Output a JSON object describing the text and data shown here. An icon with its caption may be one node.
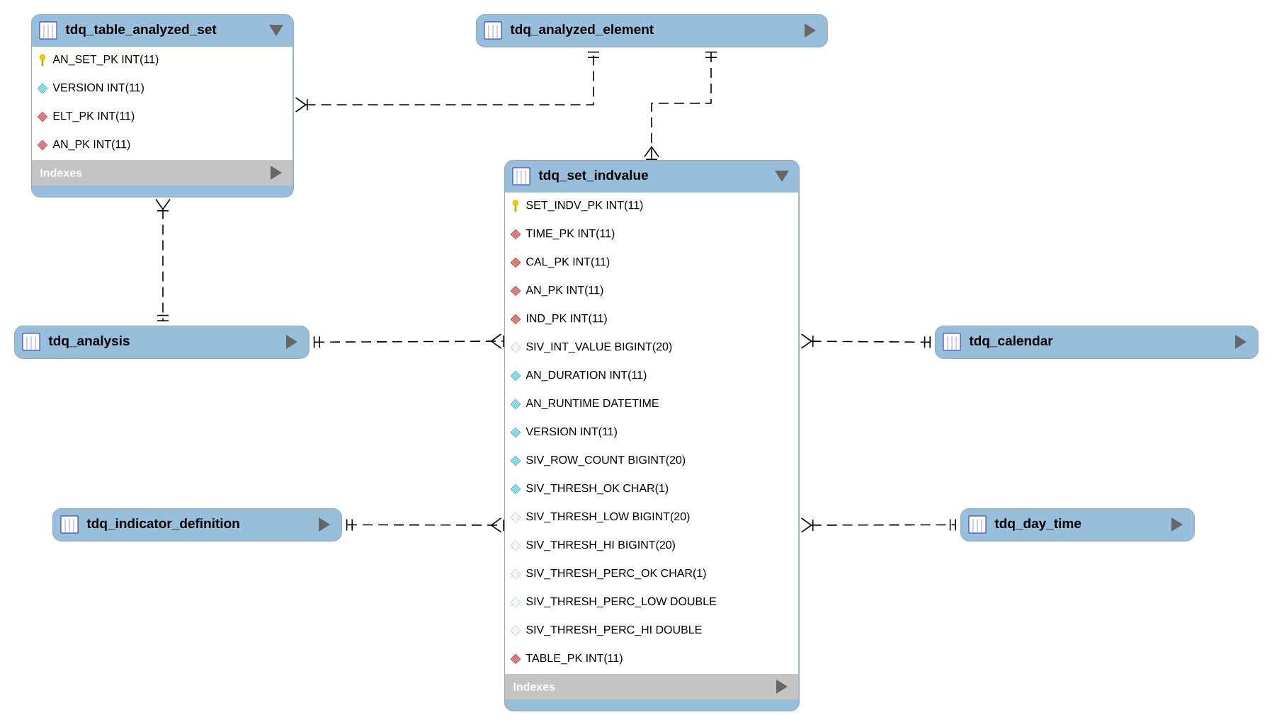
{
  "diagram": {
    "nodes": [
      {
        "text": [
          "tdq_table_analyzed_set",
          "AN_SET_PK INT(11)",
          "VERSION INT(11)",
          "ELT_PK INT(11)",
          "AN_PK INT(11)",
          "Indexes"
        ]
      },
      {
        "text": [
          "tdq_analyzed_element"
        ]
      },
      {
        "text": [
          "tdq_set_indvalue",
          "SET_INDV_PK INT(11)",
          "TIME_PK INT(11)",
          "CAL_PK INT(11)",
          "AN_PK INT(11)",
          "IND_PK INT(11)",
          "SIV_INT_VALUE BIGINT(20)",
          "AN_DURATION INT(11)",
          "AN_RUNTIME DATETIME",
          "VERSION INT(11)",
          "SIV_ROW_COUNT BIGINT(20)",
          "SIV_THRESH_OK CHAR(1)",
          "SIV_THRESH_LOW BIGINT(20)",
          "SIV_THRESH_HI BIGINT(20)",
          "SIV_THRESH_PERC_OK CHAR(1)",
          "SIV_THRESH_PERC_LOW DOUBLE",
          "SIV_THRESH_PERC_HI DOUBLE",
          "TABLE_PK INT(11)",
          "Indexes"
        ]
      },
      {
        "text": [
          "tdq_analysis"
        ]
      },
      {
        "text": [
          "tdq_calendar"
        ]
      },
      {
        "text": [
          "tdq_indicator_definition"
        ]
      },
      {
        "text": [
          "tdq_day_time"
        ]
      }
    ],
    "edges": [
      {
        "from": 0,
        "to": 1,
        "arrow": "other",
        "style": "dashed"
      },
      {
        "from": 1,
        "to": 2,
        "arrow": "other",
        "style": "dashed"
      },
      {
        "from": 0,
        "to": 3,
        "arrow": "other",
        "style": "dashed"
      },
      {
        "from": 3,
        "to": 2,
        "arrow": "other",
        "style": "dashed"
      },
      {
        "from": 2,
        "to": 4,
        "arrow": "other",
        "style": "dashed"
      },
      {
        "from": 5,
        "to": 2,
        "arrow": "other",
        "style": "dashed"
      },
      {
        "from": 2,
        "to": 6,
        "arrow": "other",
        "style": "dashed"
      }
    ]
  }
}
